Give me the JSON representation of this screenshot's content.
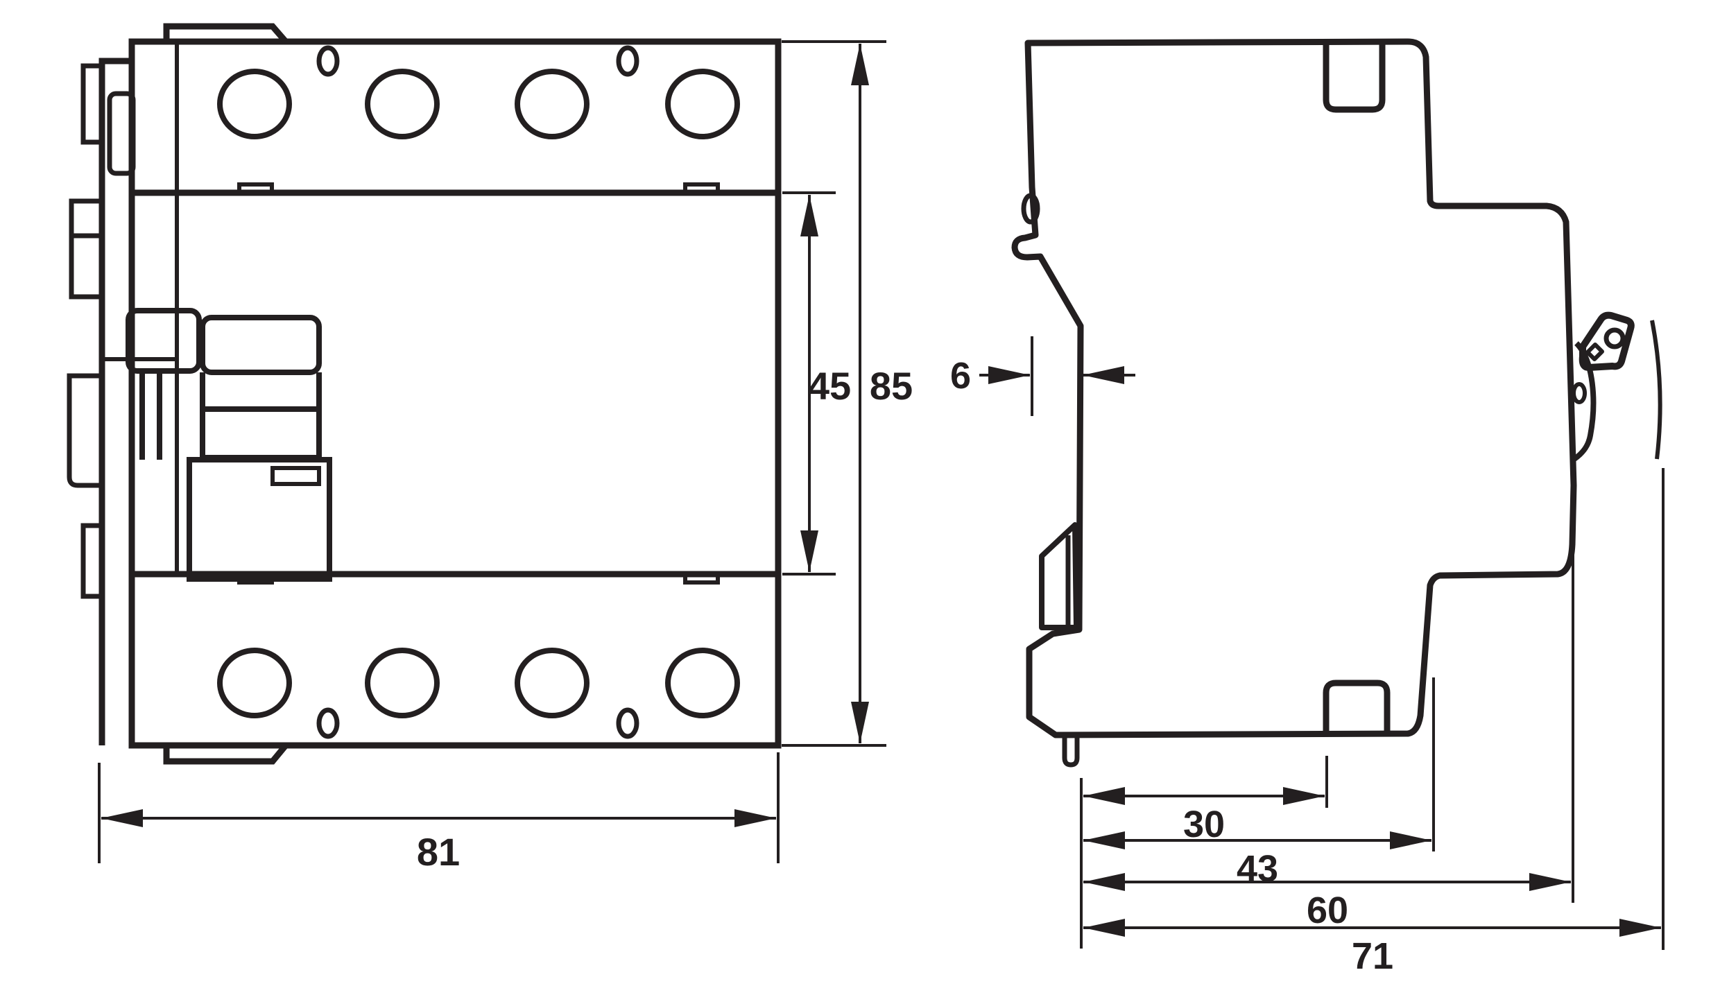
{
  "drawing": {
    "type": "technical-dimension-drawing",
    "ink_color": "#231f20",
    "background_color": "#ffffff",
    "views": [
      {
        "id": "front-view",
        "description": "front elevation of 4-pole DIN-rail device"
      },
      {
        "id": "side-view",
        "description": "side profile of DIN-rail device"
      }
    ],
    "dimensions": {
      "front": [
        {
          "label": "81"
        },
        {
          "label": "45"
        },
        {
          "label": "85"
        }
      ],
      "side": [
        {
          "label": "6"
        },
        {
          "label": "30"
        },
        {
          "label": "43"
        },
        {
          "label": "60"
        },
        {
          "label": "71"
        }
      ]
    }
  }
}
